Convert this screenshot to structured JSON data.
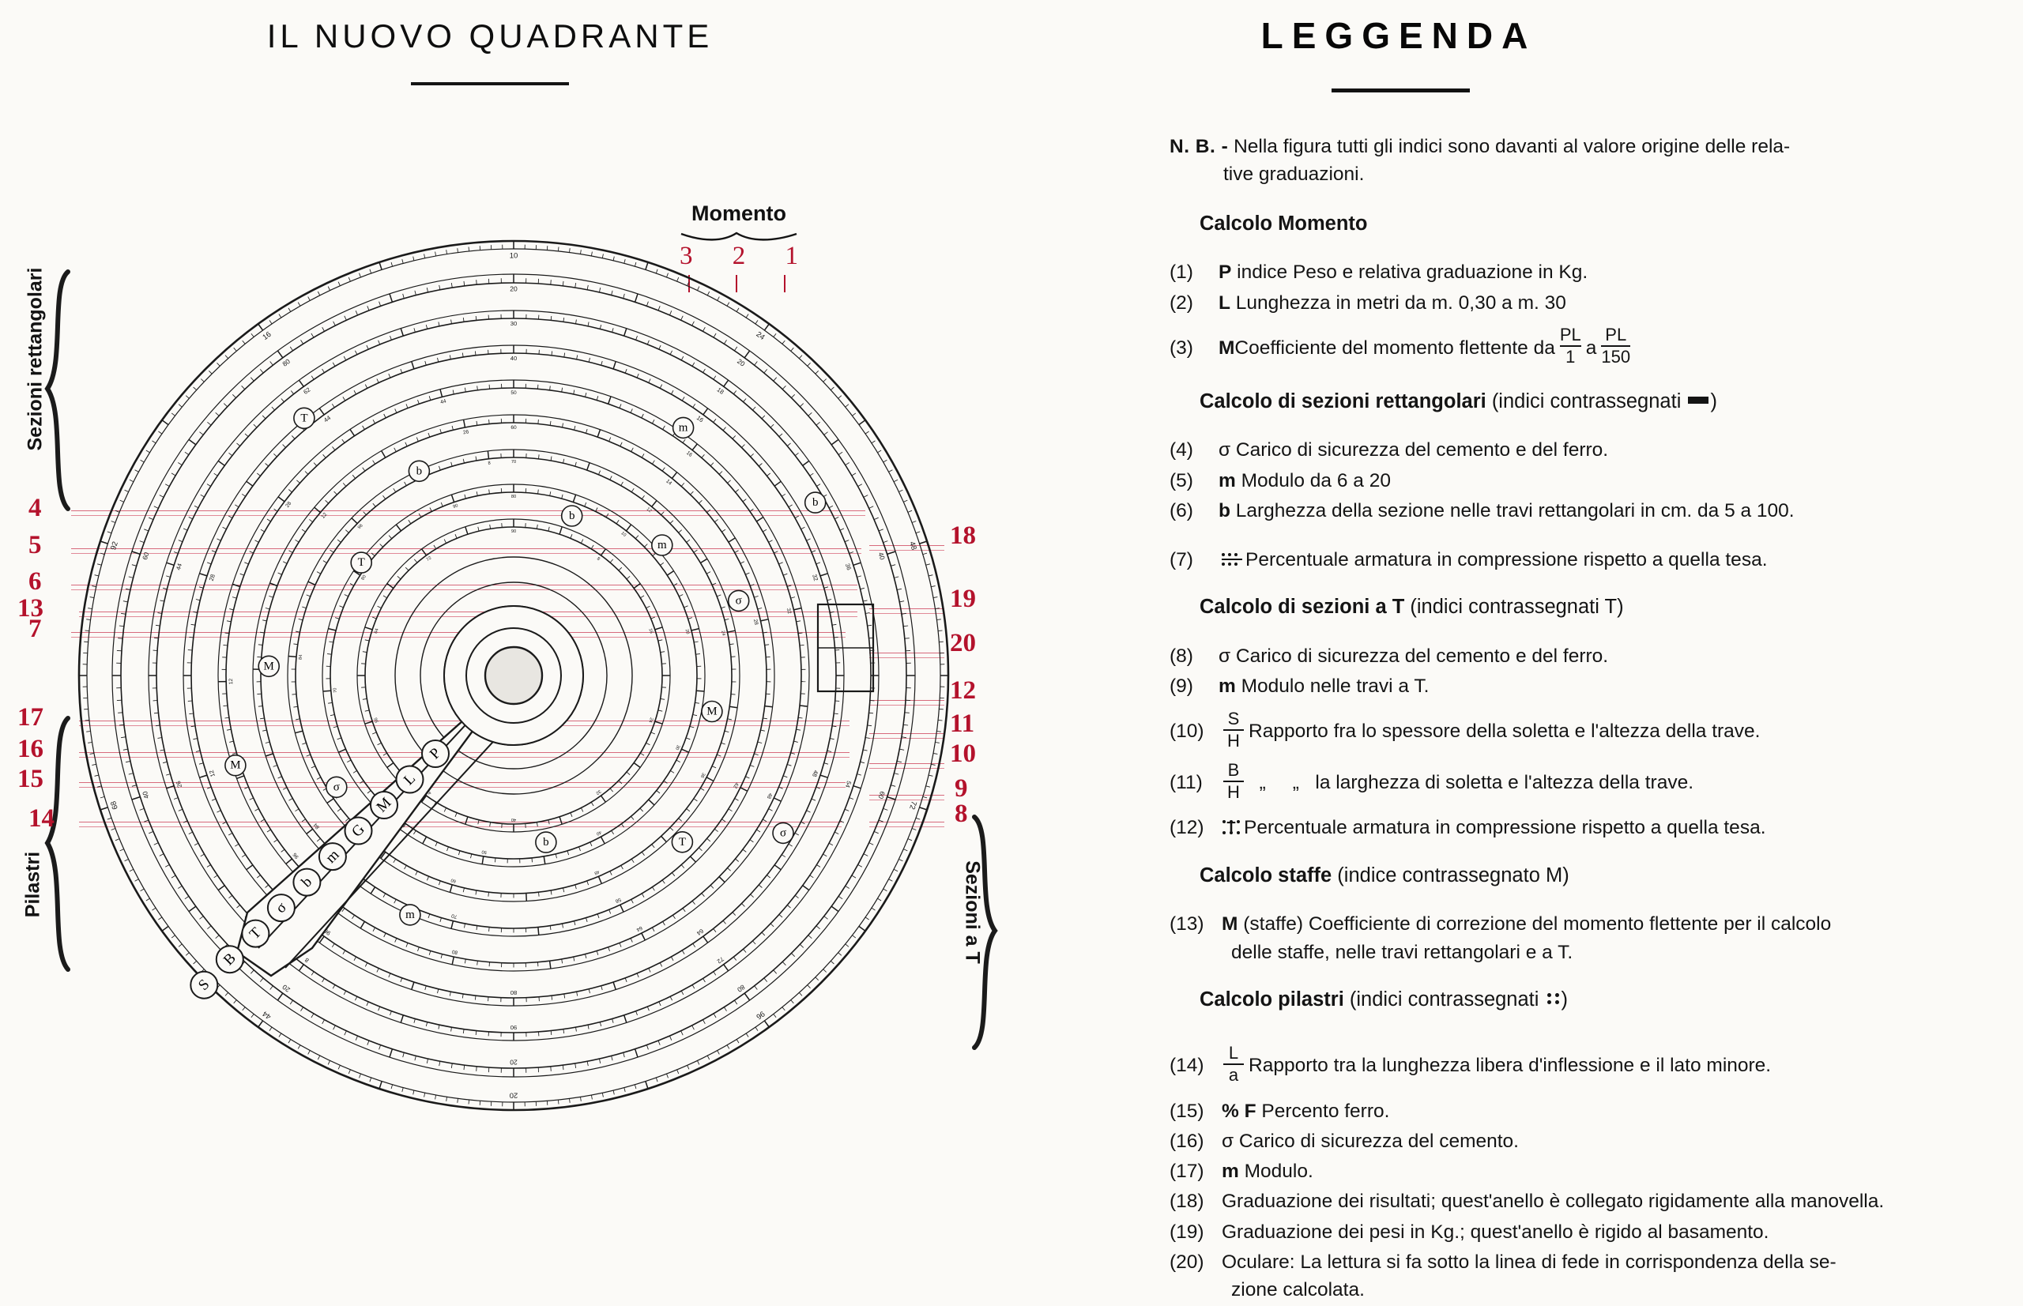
{
  "left": {
    "title": "IL NUOVO QUADRANTE",
    "momento": {
      "label": "Momento",
      "indices": [
        "3",
        "2",
        "1"
      ]
    },
    "side_labels": {
      "rect_sections": "Sezioni rettangolari",
      "pilastri": "Pilastri",
      "t_sections": "Sezioni a T"
    },
    "left_refs": [
      "4",
      "5",
      "6",
      "13",
      "7",
      "17",
      "16",
      "15",
      "14"
    ],
    "right_refs": [
      "18",
      "19",
      "20",
      "12",
      "11",
      "10",
      "9",
      "8"
    ]
  },
  "legend": {
    "title": "LEGGENDA",
    "nb": {
      "lead": "N. B. -",
      "line1": "Nella figura tutti gli indici sono davanti al valore origine delle rela-",
      "line2": "tive graduazioni."
    },
    "sections": [
      {
        "heading_bold": "Calcolo Momento",
        "heading_rest": "",
        "items": [
          {
            "num": "(1)",
            "sym": "P",
            "text": " indice Peso e relativa graduazione in Kg."
          },
          {
            "num": "(2)",
            "sym": "L",
            "text": " Lunghezza in metri da m. 0,30 a m. 30"
          },
          {
            "num": "(3)",
            "sym": "M",
            "text": " Coefficiente del momento flettente da ",
            "frac1_n": "PL",
            "frac1_d": "1",
            "mid": " a ",
            "frac2_n": "PL",
            "frac2_d": "150"
          }
        ]
      },
      {
        "heading_bold": "Calcolo di sezioni rettangolari",
        "heading_rest": " (indici contrassegnati ",
        "heading_tail": ")",
        "items": [
          {
            "num": "(4)",
            "sym": "σ",
            "text": " Carico di sicurezza del cemento e del ferro."
          },
          {
            "num": "(5)",
            "sym": "m",
            "text": " Modulo da 6 a 20"
          },
          {
            "num": "(6)",
            "sym": "b",
            "text": " Larghezza della sezione nelle travi rettangolari in cm. da 5 a 100."
          },
          {
            "num": "(7)",
            "sym": "",
            "text": " Percentuale armatura in compressione rispetto a quella tesa."
          }
        ]
      },
      {
        "heading_bold": "Calcolo di sezioni a T",
        "heading_rest": " (indici contrassegnati T)",
        "items": [
          {
            "num": "(8)",
            "sym": "σ",
            "text": " Carico di sicurezza del cemento e del ferro."
          },
          {
            "num": "(9)",
            "sym": "m",
            "text": " Modulo nelle travi a T."
          },
          {
            "num": "(10)",
            "frac_n": "S",
            "frac_d": "H",
            "text": " Rapporto fra lo spessore della soletta e l'altezza della trave."
          },
          {
            "num": "(11)",
            "frac_n": "B",
            "frac_d": "H",
            "text": "  „     „   la larghezza di soletta e l'altezza della trave."
          },
          {
            "num": "(12)",
            "sym": "",
            "text": " Percentuale armatura in compressione rispetto a quella tesa."
          }
        ]
      },
      {
        "heading_bold": "Calcolo staffe",
        "heading_rest": " (indice contrassegnato M)",
        "items": [
          {
            "num": "(13)",
            "sym": "M",
            "text": " (staffe) Coefficiente di correzione del momento flettente per il calcolo",
            "cont": "delle staffe, nelle travi rettangolari e a T."
          }
        ]
      },
      {
        "heading_bold": "Calcolo pilastri",
        "heading_rest": " (indici contrassegnati ",
        "heading_tail": ")",
        "items": [
          {
            "num": "(14)",
            "frac_n": "L",
            "frac_d": "a",
            "text": " Rapporto tra la lunghezza libera d'inflessione e il lato minore."
          },
          {
            "num": "(15)",
            "sym": "%",
            "sym2": "F",
            "text": " Percento ferro."
          },
          {
            "num": "(16)",
            "sym": "σ",
            "text": " Carico di sicurezza del cemento."
          },
          {
            "num": "(17)",
            "sym": "m",
            "text": " Modulo."
          },
          {
            "num": "(18)",
            "sym": "",
            "text": "Graduazione dei risultati; quest'anello è collegato rigidamente alla manovella."
          },
          {
            "num": "(19)",
            "sym": "",
            "text": "Graduazione dei pesi in Kg.; quest'anello è rigido al basamento."
          },
          {
            "num": "(20)",
            "sym": "",
            "text": "Oculare: La lettura si fa sotto la linea di fede in corrispondenza della se-",
            "cont": "zione calcolata."
          }
        ]
      }
    ]
  },
  "dial": {
    "cursor_marks": [
      "P",
      "L",
      "M",
      "G",
      "m",
      "b",
      "σ",
      "T",
      "B",
      "S"
    ],
    "inner_indices": [
      "b",
      "m",
      "σ",
      "M",
      "T"
    ],
    "ring_count": 9
  },
  "colors": {
    "ink": "#141414",
    "red": "#b4122c",
    "red_line": "#e08a98",
    "paper": "#fbfaf7"
  }
}
